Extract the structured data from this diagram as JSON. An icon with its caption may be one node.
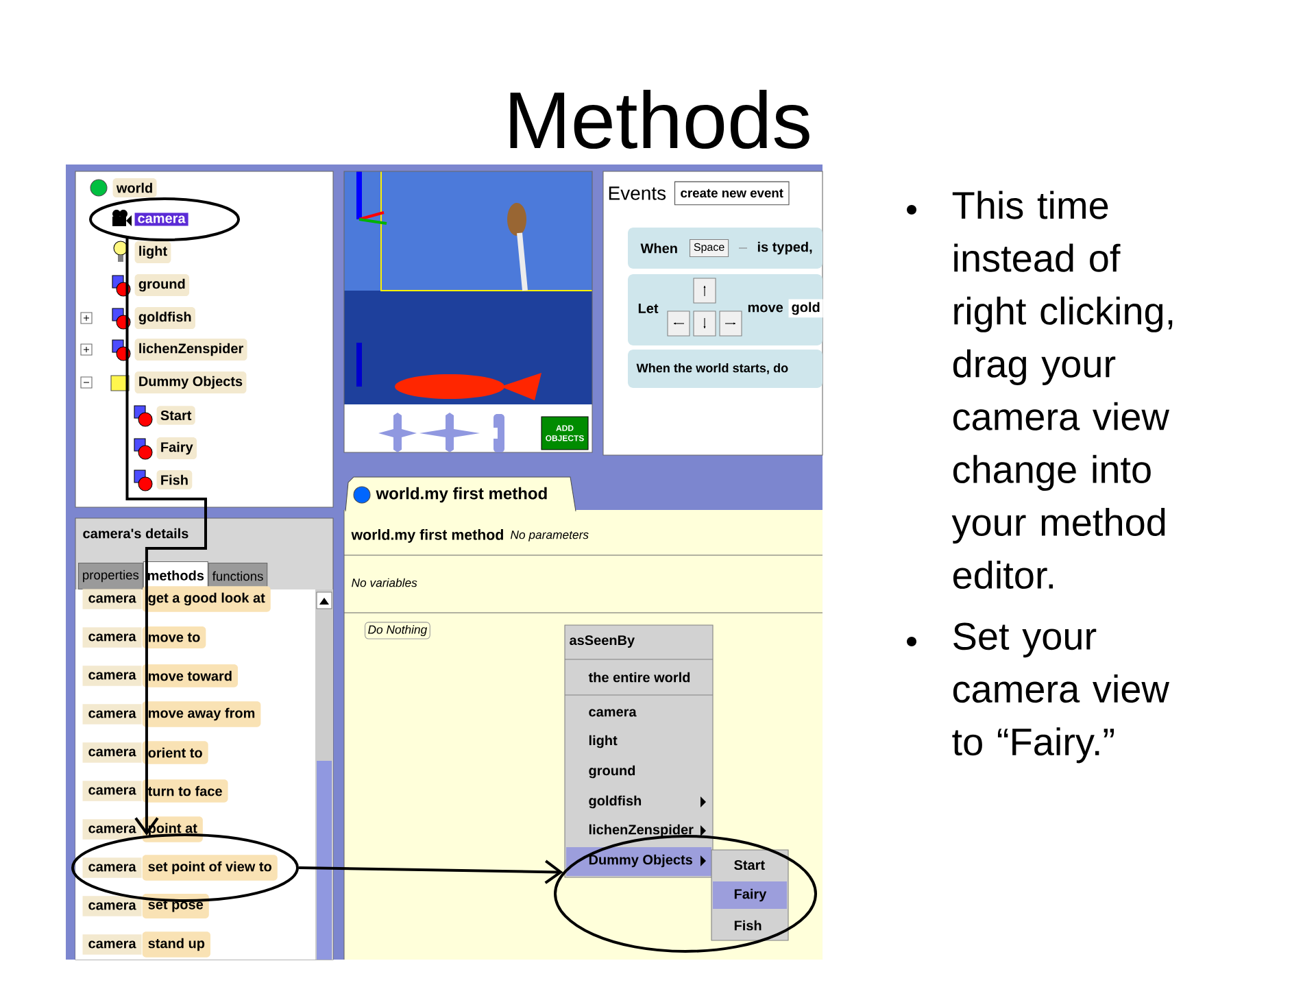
{
  "diagram": {
    "title": "Methods",
    "nodes": [
      {
        "text": [
          "camera"
        ]
      },
      {
        "text": [
          "camera",
          "set point of view to"
        ]
      },
      {
        "text": [
          "Dummy Objects",
          "Start",
          "Fairy",
          "Fish"
        ]
      }
    ],
    "edges": [
      {
        "from": 0,
        "to": 1,
        "arrow": "to"
      },
      {
        "from": 1,
        "to": 2,
        "arrow": "to"
      }
    ],
    "labels": [
      "world",
      "light",
      "ground",
      "goldfish",
      "lichenZenspider",
      "Dummy Objects",
      "Start",
      "Fairy",
      "Fish",
      "ADD OBJECTS",
      "Events",
      "create new event",
      "When",
      "Space",
      "is typed,",
      "Let",
      "move",
      "gold",
      "When the world starts, do",
      "world.my first method",
      "camera's details",
      "properties",
      "methods",
      "functions",
      "camera",
      "get a good look at",
      "camera",
      "move to",
      "camera",
      "move toward",
      "camera",
      "move away from",
      "camera",
      "orient to",
      "camera",
      "turn to face",
      "camera",
      "point at",
      "camera",
      "set pose",
      "camera",
      "stand up",
      "world.my first method",
      "No parameters",
      "No variables",
      "Do Nothing",
      "asSeenBy",
      "the entire world",
      "camera",
      "light",
      "ground",
      "goldfish",
      "lichenZenspider",
      "This time instead of right clicking, drag your camera view change into your method editor.",
      "Set your camera view to “Fairy.”"
    ]
  }
}
